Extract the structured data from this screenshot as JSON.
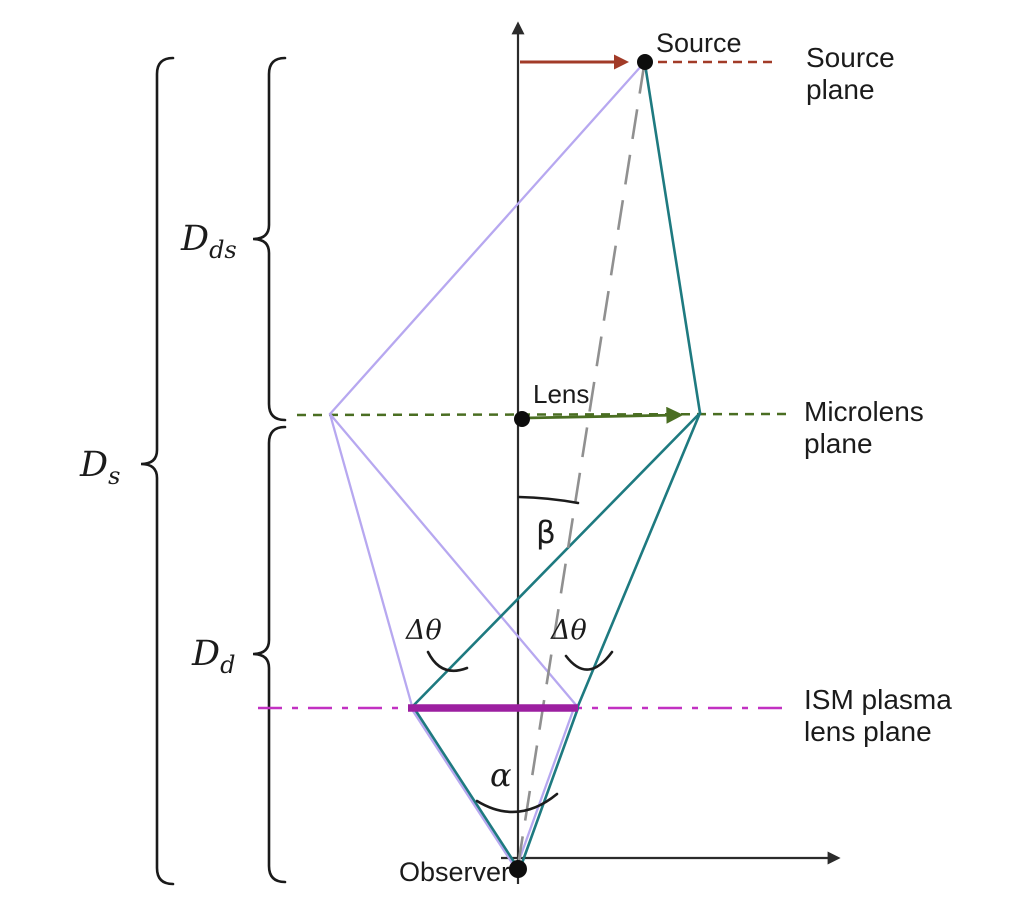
{
  "labels": {
    "source_point": "Source",
    "lens_point": "Lens",
    "observer_point": "Observer",
    "beta": "β",
    "alpha": "α",
    "delta_theta": "Δθ"
  },
  "planes": {
    "source": {
      "line1": "Source",
      "line2": "plane"
    },
    "microlens": {
      "line1": "Microlens",
      "line2": "plane"
    },
    "plasma": {
      "line1": "ISM plasma",
      "line2": "lens plane"
    }
  },
  "distances": {
    "d_s": {
      "symbol": "D",
      "sub": "s"
    },
    "d_ds": {
      "symbol": "D",
      "sub": "ds"
    },
    "d_d": {
      "symbol": "D",
      "sub": "d"
    }
  },
  "colors": {
    "axis": "#2b2b2b",
    "ink": "#1b1b1b",
    "source_plane": "#a23b28",
    "microlens_line": "#4a6e22",
    "microlens_text": "#3c665a",
    "plasma_line": "#c231c2",
    "plasma_bar": "#9c1fa0",
    "plasma_text": "#55399b",
    "ray_lavender": "#b7a8f0",
    "ray_teal": "#1e7a80",
    "sightline": "#909090"
  }
}
